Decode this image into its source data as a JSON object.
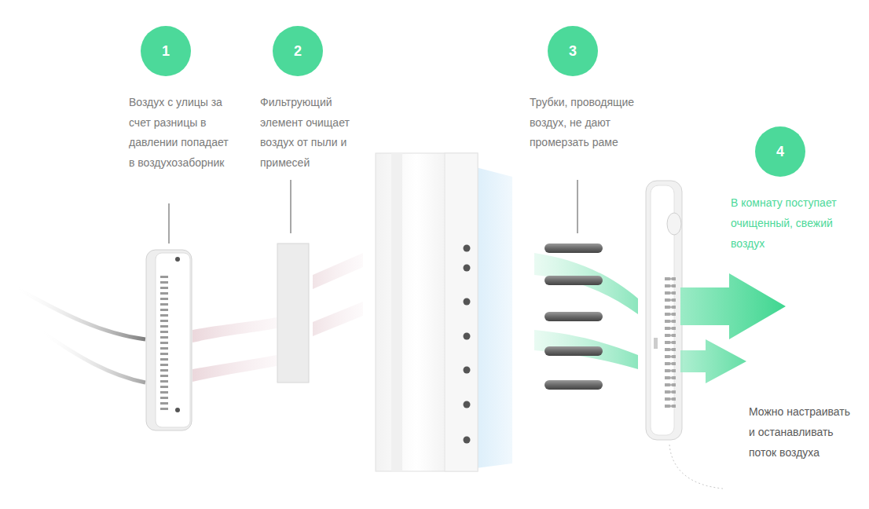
{
  "diagram": {
    "nodes": [
      {
        "text": [
          "1"
        ]
      },
      {
        "text": [
          "2"
        ]
      },
      {
        "text": [
          "3"
        ]
      },
      {
        "text": [
          "4"
        ]
      }
    ],
    "labels": [
      "Воздух с улицы за счет разницы в давлении попадает в воздухозаборник",
      "Фильтрующий элемент очищает воздух от пыли и примесей",
      "Трубки, проводящие воздух, не дают промерзать раме",
      "В комнату поступает очищенный, свежий воздух",
      "Можно настраивать и останавливать поток воздуха"
    ]
  }
}
